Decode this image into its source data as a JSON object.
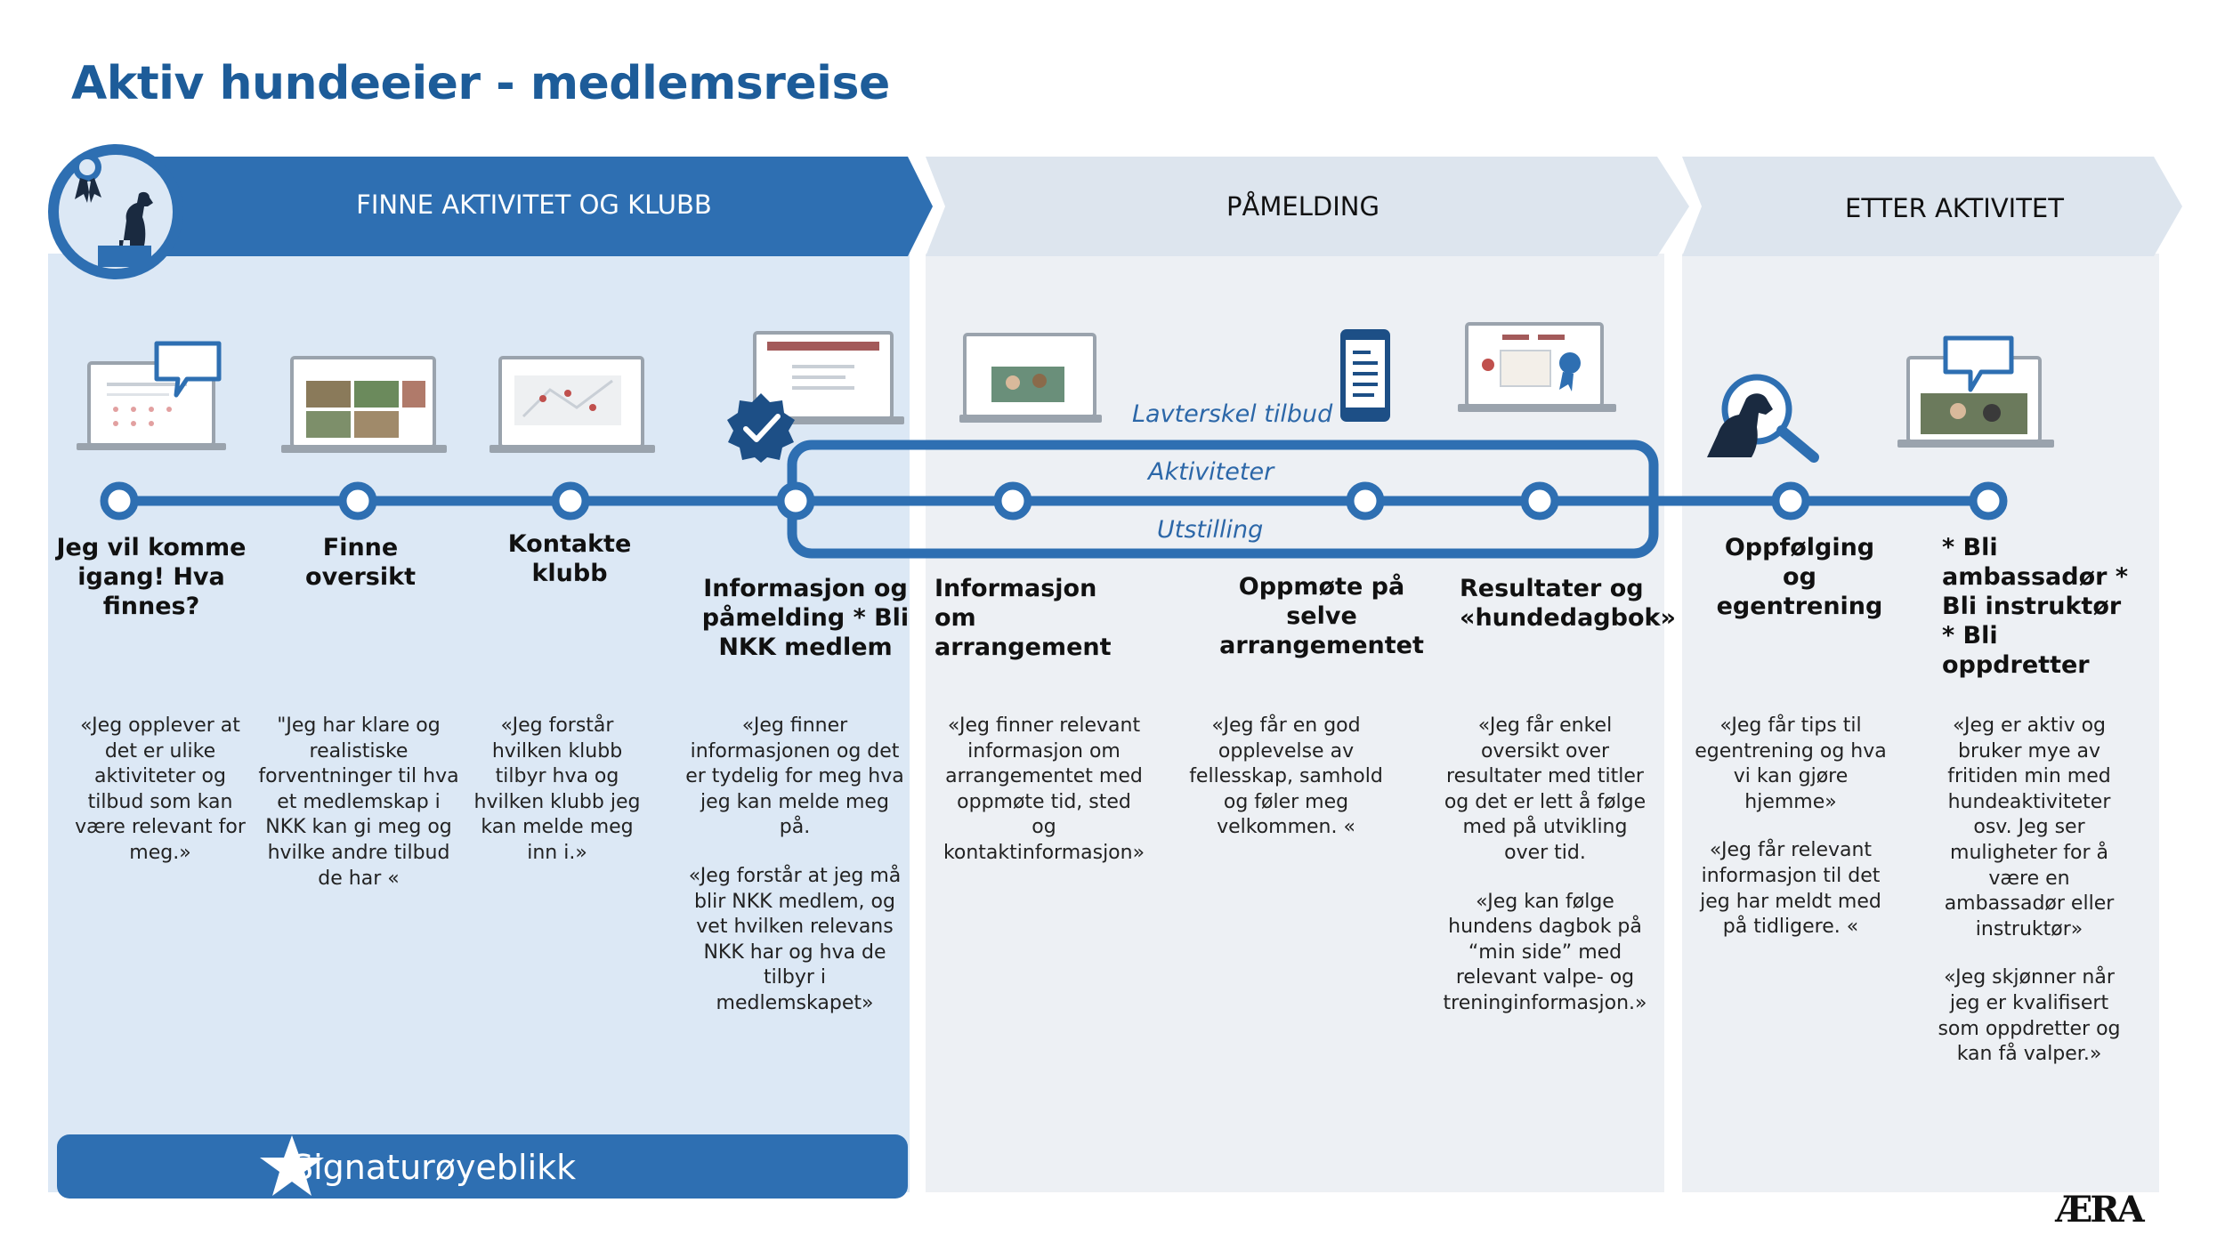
{
  "title": "Aktiv hundeeier - medlemsreise",
  "phases": [
    {
      "label": "FINNE AKTIVITET OG KLUBB"
    },
    {
      "label": "PÅMELDING"
    },
    {
      "label": "ETTER AKTIVITET"
    }
  ],
  "loop_labels": {
    "top": "Aktiviteter",
    "bottom": "Utstilling",
    "outside": "Lavterskel tilbud"
  },
  "steps": [
    {
      "title": "Jeg vil komme igang! Hva finnes?",
      "quotes": [
        "«Jeg opplever at det er ulike aktiviteter og tilbud som kan være relevant for meg.»"
      ]
    },
    {
      "title": "Finne oversikt",
      "quotes": [
        "\"Jeg har klare og realistiske forventninger til hva et medlemskap i NKK kan gi meg og hvilke andre tilbud de har «"
      ]
    },
    {
      "title": "Kontakte klubb",
      "quotes": [
        "«Jeg forstår hvilken klubb tilbyr hva og hvilken klubb jeg kan melde meg inn i.»"
      ]
    },
    {
      "title": "Informasjon og påmelding * Bli NKK medlem",
      "quotes": [
        "«Jeg finner informasjonen og det er tydelig for meg hva jeg kan melde meg på.",
        "«Jeg forstår at jeg må blir NKK medlem, og vet hvilken relevans NKK har og hva de tilbyr i medlemskapet»"
      ]
    },
    {
      "title": "Informasjon om arrangement",
      "quotes": [
        "«Jeg finner relevant informasjon om arrangementet med oppmøte tid, sted og kontaktinformasjon»"
      ]
    },
    {
      "title": "Oppmøte på selve arrangementet",
      "quotes": [
        "«Jeg får en god opplevelse av fellesskap, samhold og føler meg velkommen. «"
      ]
    },
    {
      "title": "Resultater og «hundedagbok»",
      "quotes": [
        "«Jeg får enkel oversikt over resultater med titler og det er lett å følge med på utvikling over tid.",
        "«Jeg kan følge hundens dagbok på “min side” med relevant valpe- og treninginformasjon.»"
      ]
    },
    {
      "title": "Oppfølging og egentrening",
      "quotes": [
        "«Jeg får tips til egentrening og hva vi kan gjøre hjemme»",
        "«Jeg får relevant informasjon til det jeg har meldt med på tidligere. «"
      ]
    },
    {
      "title": "* Bli ambassadør * Bli instruktør * Bli oppdretter",
      "quotes": [
        "«Jeg er aktiv og bruker mye av fritiden min med hundeaktiviteter osv. Jeg ser muligheter for å være en ambassadør eller instruktør»",
        "«Jeg skjønner når jeg er kvalifisert som oppdretter og kan få valper.»"
      ]
    }
  ],
  "signature": {
    "label": "Signaturøyeblikk"
  },
  "logo": {
    "text": "ÆRA"
  },
  "colors": {
    "primary": "#2e6fb2",
    "title": "#1d5c99",
    "panel_light": "#dce8f5",
    "panel_grey": "#edf0f4",
    "chevron_grey": "#dde5ee"
  },
  "icons": [
    "award-dog-badge-icon",
    "chat-bubble-icon",
    "checkmark-badge-icon",
    "smartphone-icon",
    "dog-magnifier-icon",
    "star-icon"
  ]
}
